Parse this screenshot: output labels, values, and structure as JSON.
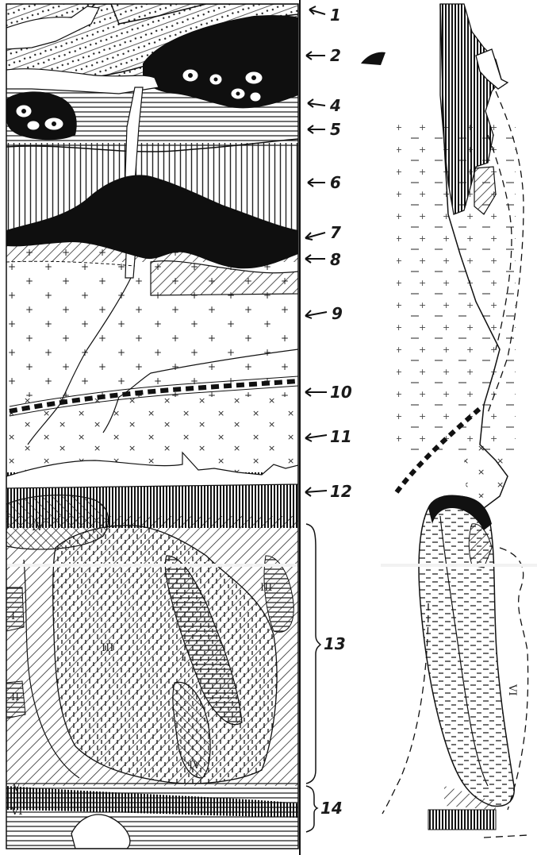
{
  "layer_labels": [
    "1",
    "2",
    "4",
    "5",
    "6",
    "7",
    "8",
    "9",
    "10",
    "11",
    "12",
    "13",
    "14"
  ],
  "unit_labels": [
    "IV",
    "I",
    "II",
    "III",
    "I",
    "III",
    "IV",
    "V",
    "VI"
  ],
  "section_label": "VI",
  "colors": {
    "ink": "#111111",
    "paper": "#ffffff"
  }
}
